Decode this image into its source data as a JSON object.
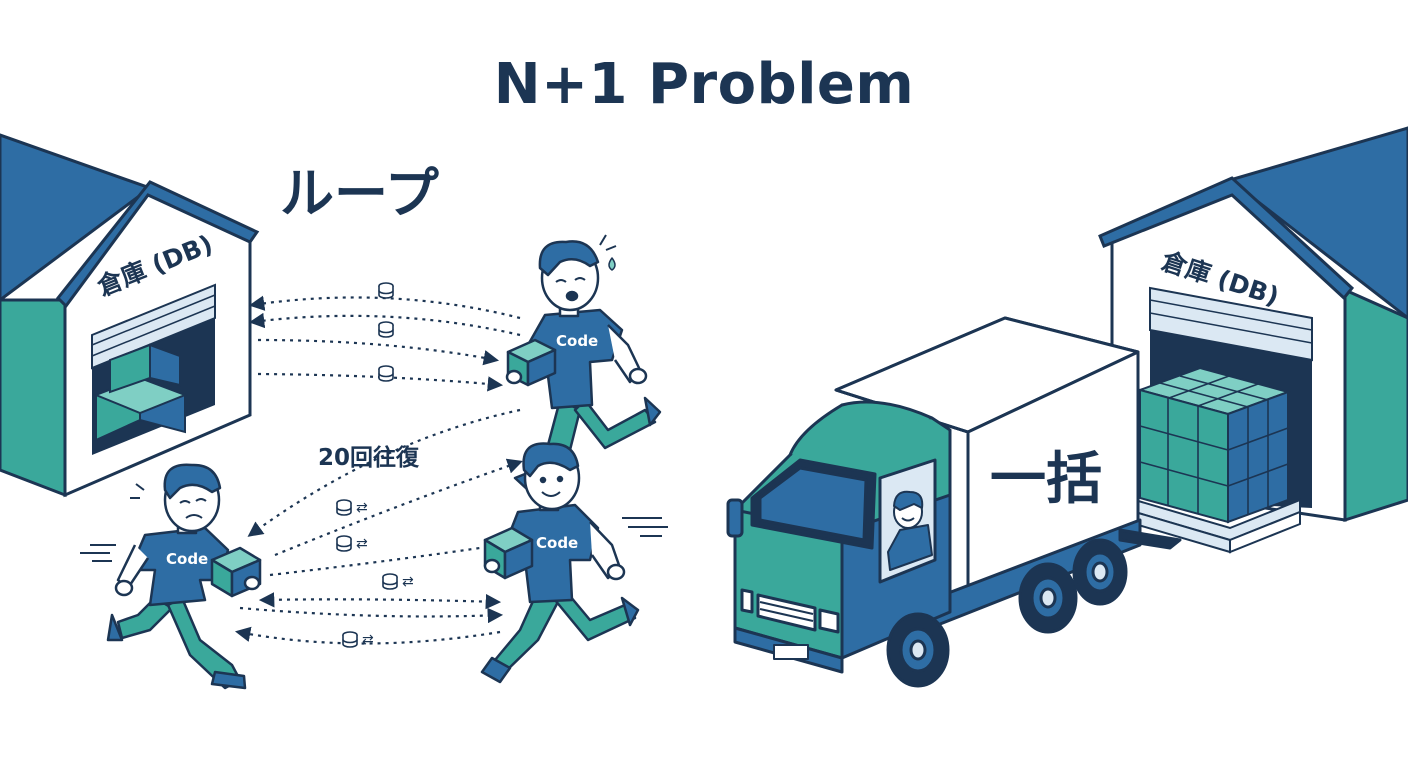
{
  "title": "N+1 Problem",
  "left_warehouse": {
    "label": "倉庫 (DB)"
  },
  "right_warehouse": {
    "label": "倉庫 (DB)"
  },
  "loop_label": "ループ",
  "round_trip_label": "20回往復",
  "shirt_text": "Code",
  "truck_label": "一括",
  "colors": {
    "navy": "#1c3553",
    "blue": "#2e6da4",
    "teal": "#3aa89b",
    "light_teal": "#7fcfc4",
    "pale": "#dbe8f3"
  }
}
